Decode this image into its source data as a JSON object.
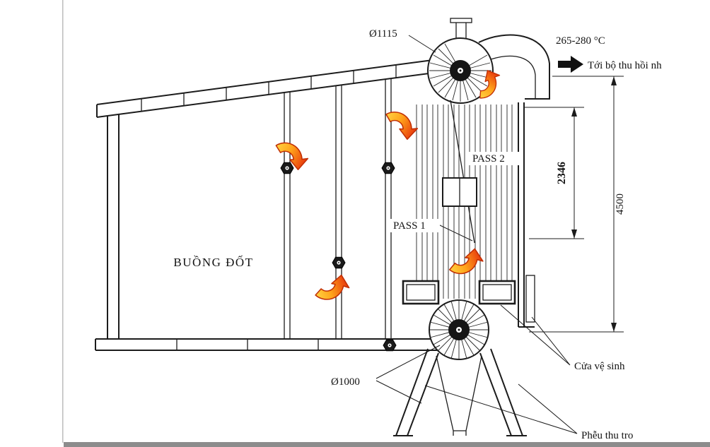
{
  "diagram": {
    "labels": {
      "top_drum_diameter": "Ø1115",
      "temperature": "265-280 °C",
      "outlet": "Tới bộ thu hồi nh",
      "pass_2": "PASS 2",
      "pass_1": "PASS 1",
      "furnace": "BUỒNG ĐỐT",
      "bottom_drum_diameter": "Ø1000",
      "cleaning_door": "Cửa vệ sinh",
      "ash_hopper": "Phễu thu tro"
    },
    "dimensions": {
      "pass2_height": "2346",
      "total_height": "4500"
    },
    "colors": {
      "line": "#1c1c1c",
      "flow_gradient_start": "#ffd341",
      "flow_gradient_mid": "#ffa41b",
      "flow_gradient_end": "#e8380d",
      "flow_stroke": "#c12f06"
    }
  }
}
